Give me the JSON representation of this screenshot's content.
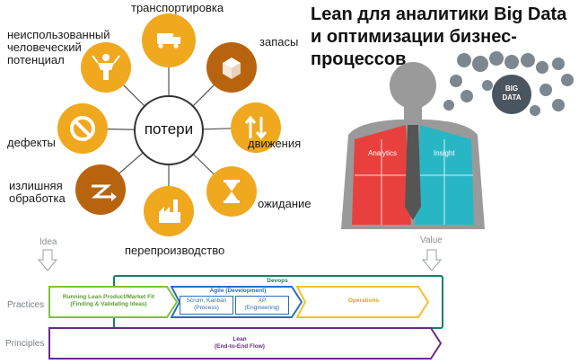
{
  "waste_wheel": {
    "center_label": "потери",
    "items": [
      {
        "label": "транспортировка",
        "icon": "truck-icon"
      },
      {
        "label": "запасы",
        "icon": "box-icon"
      },
      {
        "label": "движения",
        "icon": "up-down-arrows-icon"
      },
      {
        "label": "ожидание",
        "icon": "hourglass-icon"
      },
      {
        "label": "перепроизводство",
        "icon": "factory-icon"
      },
      {
        "label": "излишняя обработка",
        "icon": "zigzag-arrow-icon"
      },
      {
        "label": "дефекты",
        "icon": "prohibited-icon"
      },
      {
        "label": "неиспользованный человеческий потенциал",
        "icon": "person-icon"
      }
    ],
    "colors": {
      "light": "#f0a81f",
      "dark": "#b8640f",
      "center_border": "#333333"
    }
  },
  "headline": "Lean для аналитики Big Data и оптимизации бизнес-процессов",
  "figure": {
    "shirt_left": "Analytics",
    "shirt_right": "Insight",
    "badge": "BIG DATA",
    "colors": {
      "red": "#e8413d",
      "teal": "#29b6c4",
      "tie": "#555555",
      "suit": "#9a9a9a"
    }
  },
  "flow": {
    "idea_label": "Idea",
    "value_label": "Value",
    "rows": {
      "practices": "Practices",
      "principles": "Principles"
    },
    "devops": {
      "title": "Devops",
      "color": "#1b7d6a"
    },
    "running_lean": {
      "title": "Running Lean Product/Market Fit",
      "subtitle": "(Finding & Validating Ideas)",
      "color": "#7dc242"
    },
    "agile": {
      "title": "Agile (Development)",
      "color": "#2c6eb5"
    },
    "scrum": {
      "title": "Scrum, Kanban",
      "subtitle": "(Process)"
    },
    "xp": {
      "title": "XP",
      "subtitle": "(Engineering)"
    },
    "operations": {
      "title": "Operations",
      "color": "#f2c12e"
    },
    "lean": {
      "title": "Lean",
      "subtitle": "(End-to-End Flow)",
      "color": "#6a2b86"
    }
  }
}
